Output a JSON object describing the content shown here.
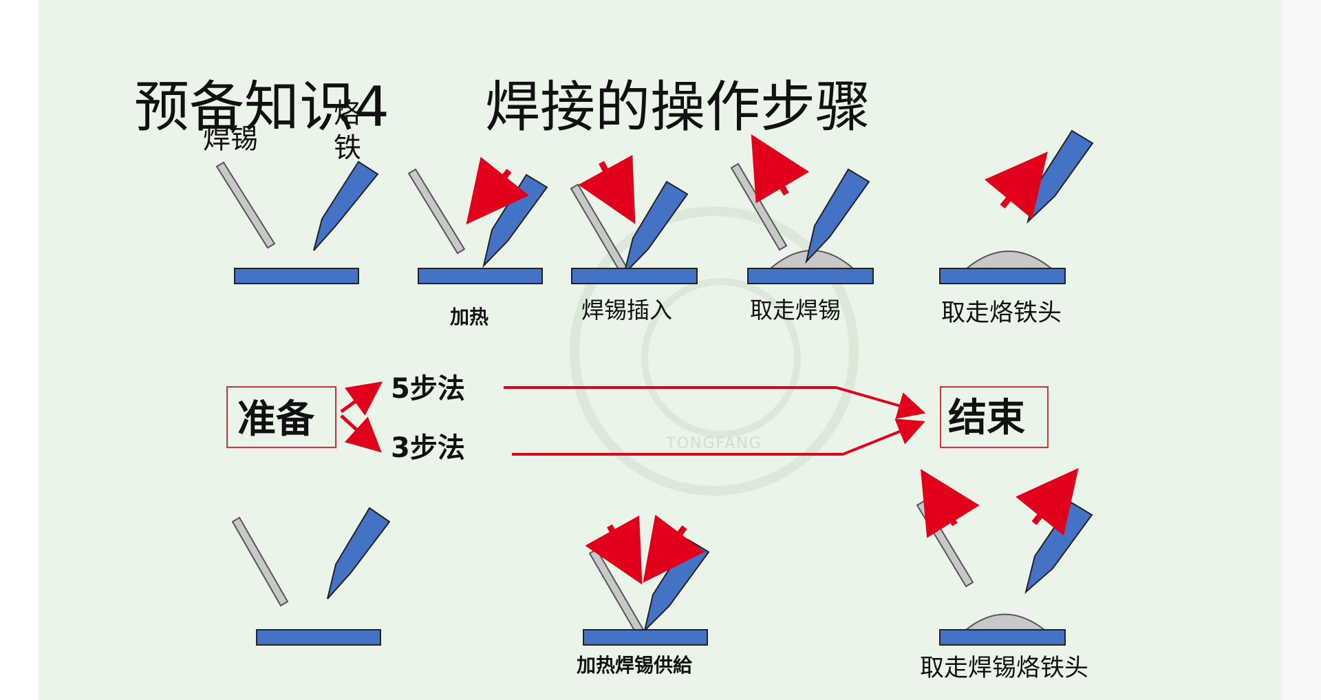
{
  "title": {
    "part1": "预备知识4",
    "part2": "焊接的操作步骤"
  },
  "labels": {
    "solder": "焊锡",
    "iron_line1": "烙",
    "iron_line2": "铁"
  },
  "five_step": {
    "captions": [
      "加热",
      "焊锡插入",
      "取走焊锡",
      "取走烙铁头"
    ]
  },
  "flow": {
    "start": "准备",
    "method5": "5步法",
    "method3": "3步法",
    "end": "结束"
  },
  "three_step": {
    "captions": [
      "加热焊锡供給",
      "取走焊锡烙铁头"
    ]
  },
  "watermark": {
    "seal_text": "TONGFANG"
  },
  "colors": {
    "slide_bg": "#ebf4e9",
    "iron_blue": "#4472c4",
    "board_blue": "#4472c4",
    "solder_gray": "#c8c8c8",
    "arrow_red": "#e0001b",
    "box_border": "#d9303a"
  }
}
